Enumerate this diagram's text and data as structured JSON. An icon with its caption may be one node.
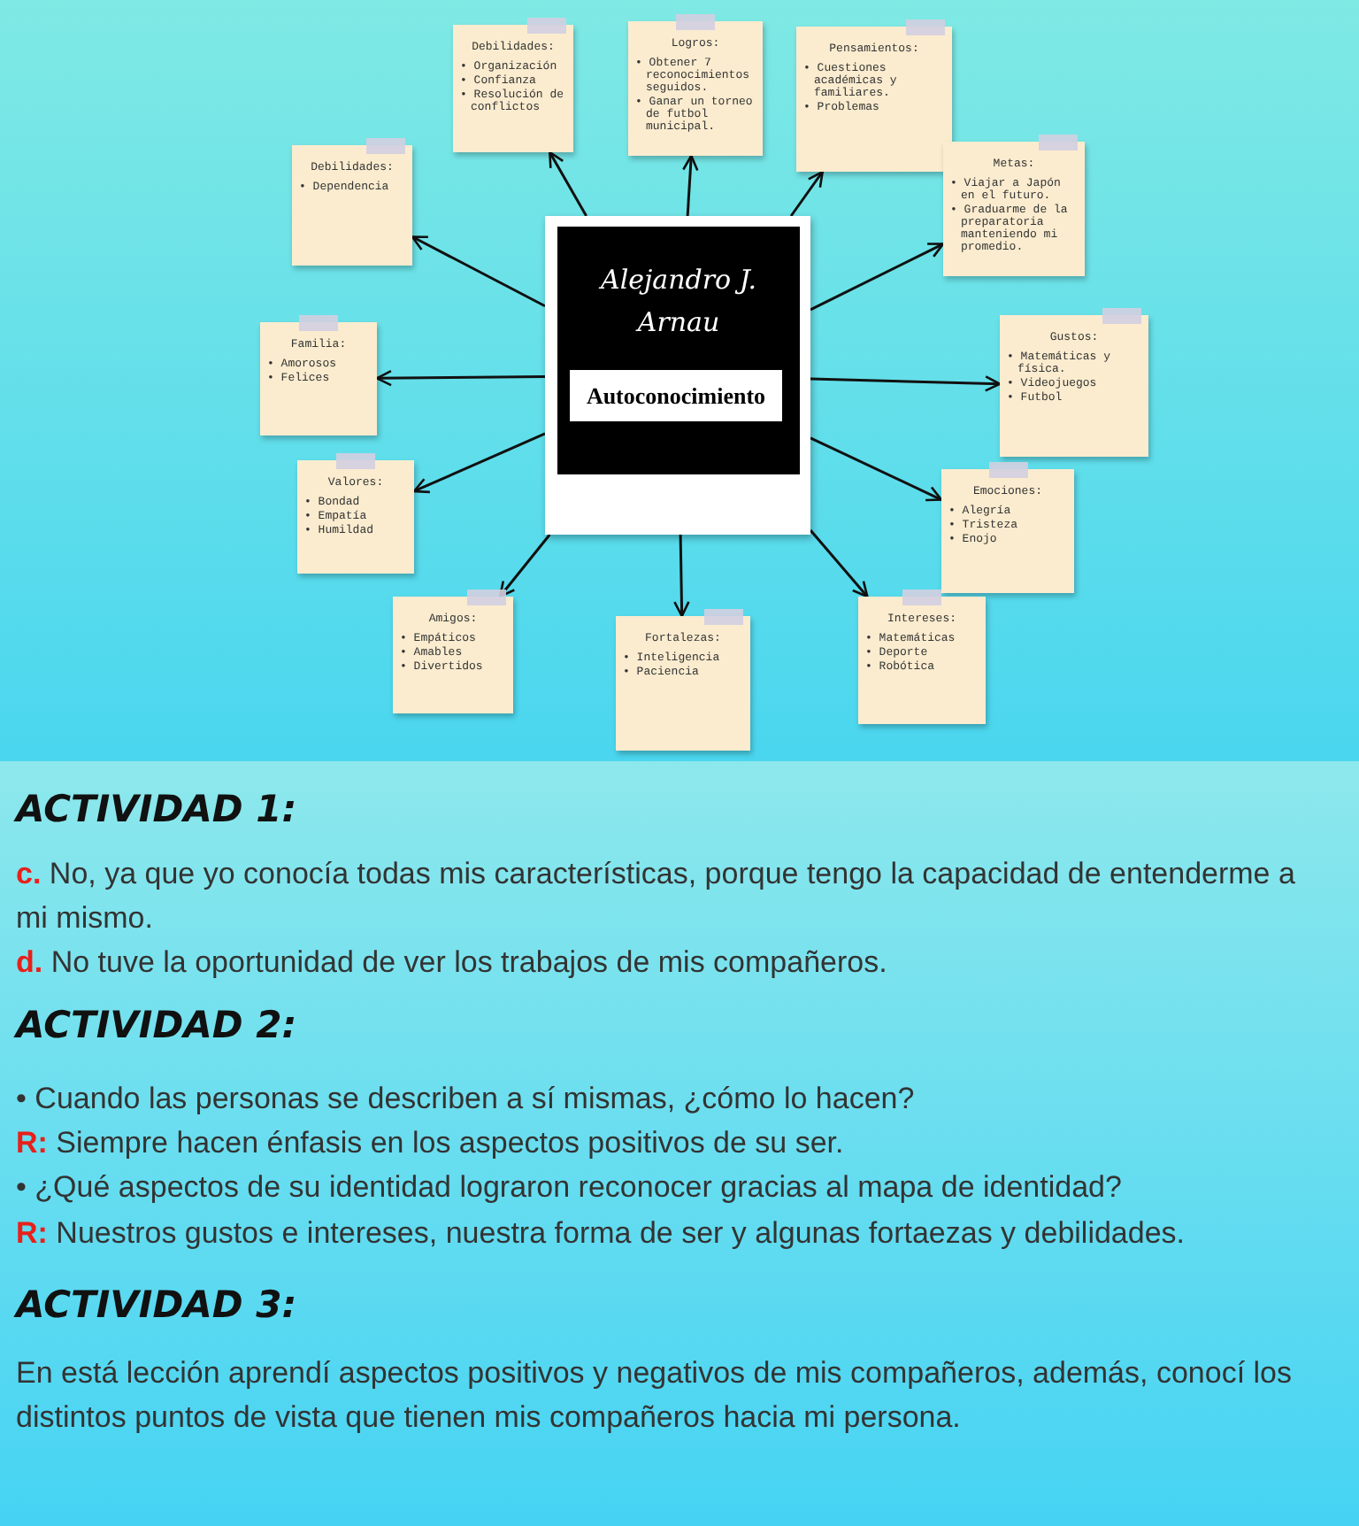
{
  "diagram": {
    "nodes": [
      {
        "text": [
          "Alejandro J. Arnau",
          "Autoconocimiento"
        ]
      },
      {
        "text": [
          "Debilidades:",
          "• Organización",
          "• Confianza",
          "• Resolución de conflictos"
        ]
      },
      {
        "text": [
          "Logros:",
          "• Obtener 7 reconocimientos seguidos.",
          "• Ganar un torneo de futbol municipal."
        ]
      },
      {
        "text": [
          "Pensamientos:",
          "• Cuestiones académicas y familiares.",
          "• Problemas"
        ]
      },
      {
        "text": [
          "Metas:",
          "• Viajar a Japón en el futuro.",
          "• Graduarme de la preparatoria manteniendo mi promedio."
        ]
      },
      {
        "text": [
          "Debilidades:",
          "• Dependencia"
        ]
      },
      {
        "text": [
          "Familia:",
          "• Amorosos",
          "• Felices"
        ]
      },
      {
        "text": [
          "Gustos:",
          "• Matemáticas y física.",
          "• Videojuegos",
          "• Futbol"
        ]
      },
      {
        "text": [
          "Valores:",
          "• Bondad",
          "• Empatía",
          "• Humildad"
        ]
      },
      {
        "text": [
          "Emociones:",
          "• Alegría",
          "• Tristeza",
          "• Enojo"
        ]
      },
      {
        "text": [
          "Amigos:",
          "• Empáticos",
          "• Amables",
          "• Divertidos"
        ]
      },
      {
        "text": [
          "Fortalezas:",
          "• Inteligencia",
          "• Paciencia"
        ]
      },
      {
        "text": [
          "Intereses:",
          "• Matemáticas",
          "• Deporte",
          "• Robótica"
        ]
      }
    ],
    "edges": [
      {
        "from": 0,
        "to": 1,
        "arrow": "to"
      },
      {
        "from": 0,
        "to": 2,
        "arrow": "to"
      },
      {
        "from": 0,
        "to": 3,
        "arrow": "to"
      },
      {
        "from": 0,
        "to": 4,
        "arrow": "to"
      },
      {
        "from": 0,
        "to": 5,
        "arrow": "to"
      },
      {
        "from": 0,
        "to": 6,
        "arrow": "to"
      },
      {
        "from": 0,
        "to": 7,
        "arrow": "to"
      },
      {
        "from": 0,
        "to": 8,
        "arrow": "to"
      },
      {
        "from": 0,
        "to": 9,
        "arrow": "to"
      },
      {
        "from": 0,
        "to": 10,
        "arrow": "to"
      },
      {
        "from": 0,
        "to": 11,
        "arrow": "to"
      },
      {
        "from": 0,
        "to": 12,
        "arrow": "to"
      }
    ],
    "labels": [
      "ACTIVIDAD 1:",
      "**c.** No, ya que yo conocía todas mis características, porque tengo la capacidad de entenderme a mi mismo.",
      "**d.** No tuve la oportunidad de ver los trabajos de mis compañeros.",
      "ACTIVIDAD 2:",
      "• Cuando las personas se describen a sí mismas, ¿cómo lo hacen?",
      "**R:** Siempre hacen énfasis en los aspectos positivos de su ser.",
      "• ¿Qué aspectos de su identidad lograron reconocer gracias al mapa de identidad?",
      "**R:** Nuestros gustos e intereses, nuestra forma de ser y algunas fortaezas y debilidades.",
      "ACTIVIDAD 3:",
      "En está lección aprendí aspectos positivos y negativos de mis compañeros, además, conocí los distintos puntos de vista que tienen mis compañeros hacia mi persona."
    ]
  }
}
